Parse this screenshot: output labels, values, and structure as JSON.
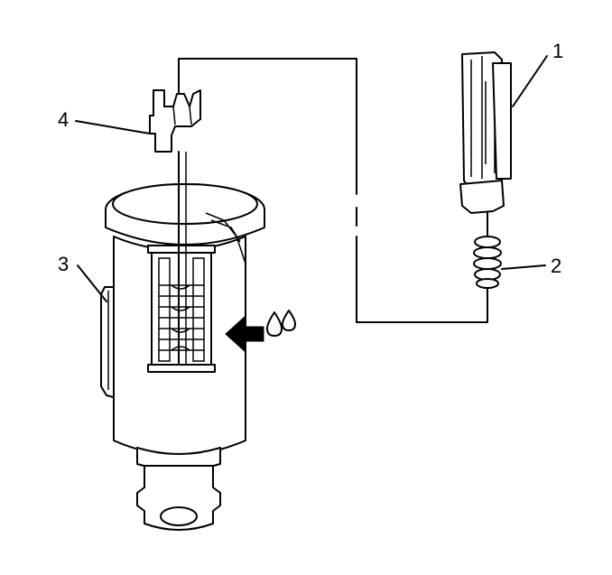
{
  "diagram": {
    "callouts": [
      {
        "id": "1",
        "label": "1"
      },
      {
        "id": "2",
        "label": "2"
      },
      {
        "id": "3",
        "label": "3"
      },
      {
        "id": "4",
        "label": "4"
      }
    ],
    "icons": [
      "lock-cylinder",
      "retainer-clip",
      "key-insert",
      "spring",
      "lubricant-drops-icon",
      "direction-arrow-icon"
    ],
    "colors": {
      "line": "#000000",
      "background": "#ffffff"
    }
  }
}
